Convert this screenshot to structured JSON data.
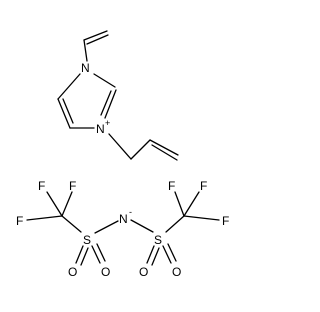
{
  "cation": {
    "n1_label": "N",
    "n3_label": "N",
    "n3_charge": "+"
  },
  "anion": {
    "n_label": "N",
    "n_charge": "-",
    "s_left_label": "S",
    "s_right_label": "S",
    "o_labels": [
      "O",
      "O",
      "O",
      "O"
    ],
    "f_labels": [
      "F",
      "F",
      "F",
      "F",
      "F",
      "F"
    ]
  }
}
